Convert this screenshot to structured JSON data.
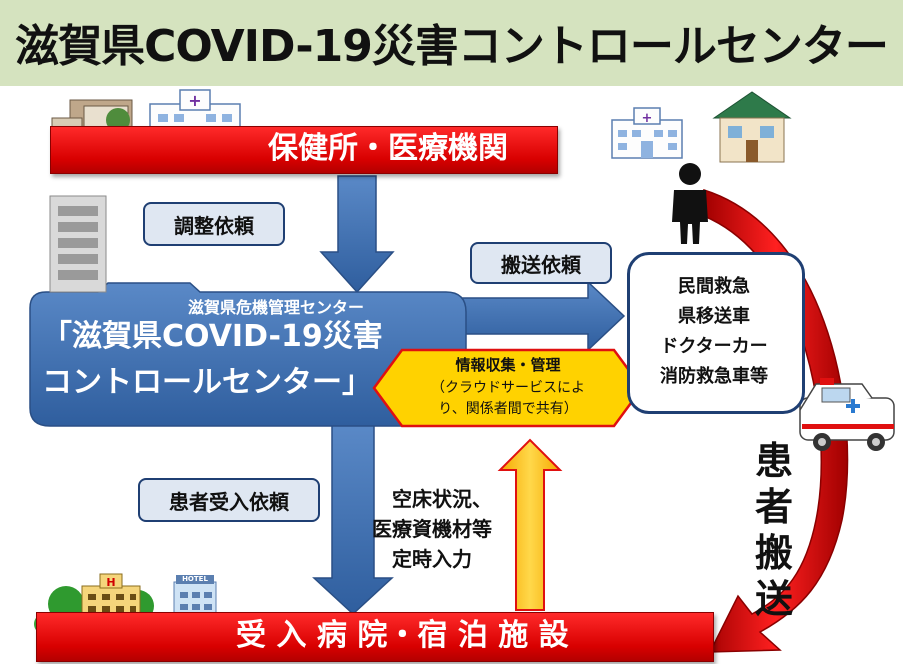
{
  "title": "滋賀県COVID-19災害コントロールセンター",
  "health_bar": {
    "label": "保健所・医療機関"
  },
  "request_adjust": {
    "label": "調整依頼"
  },
  "request_transport": {
    "label": "搬送依頼"
  },
  "center": {
    "subtitle": "滋賀県危機管理センター",
    "name_line1": "「滋賀県COVID-19災害",
    "name_line2": "コントロールセンター」"
  },
  "info_hexagon": {
    "title": "情報収集・管理",
    "line1": "（クラウドサービスによ",
    "line2": "り、関係者間で共有）"
  },
  "transport_options": [
    "民間救急",
    "県移送車",
    "ドクターカー",
    "消防救急車等"
  ],
  "patient_transport": {
    "chars": [
      "患",
      "者",
      "搬",
      "送"
    ]
  },
  "request_accept": {
    "label": "患者受入依頼"
  },
  "bed_status": {
    "lines": [
      "空床状況、",
      "医療資機材等",
      "定時入力"
    ]
  },
  "hospital_bar": {
    "label": "受 入 病 院・宿 泊 施 設"
  },
  "icons": {
    "hotel_sign": "HOTEL"
  },
  "colors": {
    "title_band": "#d5e3bf",
    "red_bar": "#e00000",
    "blue_block": "#3d6fb0",
    "yellow_hex": "#ffd200",
    "hex_border": "#e01010",
    "up_arrow": "#ffc000"
  }
}
